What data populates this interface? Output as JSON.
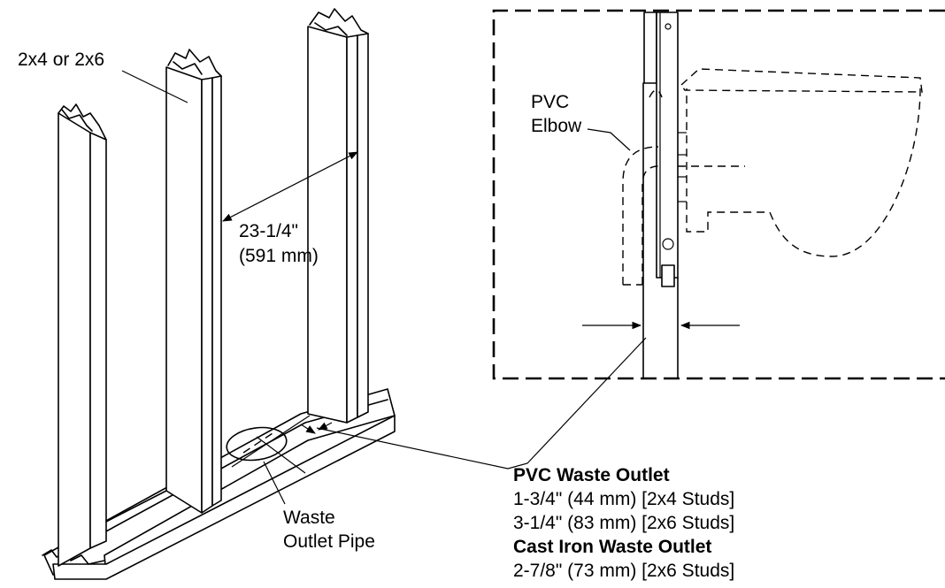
{
  "labels": {
    "stud_size": "2x4 or 2x6",
    "spacing_imperial": "23-1/4\"",
    "spacing_metric": "(591 mm)",
    "elbow_line1": "PVC",
    "elbow_line2": "Elbow",
    "pipe_line1": "Waste",
    "pipe_line2": "Outlet Pipe"
  },
  "notes": {
    "pvc_heading": "PVC Waste Outlet",
    "pvc_2x4": "1-3/4\" (44 mm) [2x4 Studs]",
    "pvc_2x6": "3-1/4\" (83 mm) [2x6 Studs]",
    "cast_iron_heading": "Cast Iron Waste Outlet",
    "cast_iron_2x6": "2-7/8\" (73 mm) [2x6 Studs]"
  }
}
